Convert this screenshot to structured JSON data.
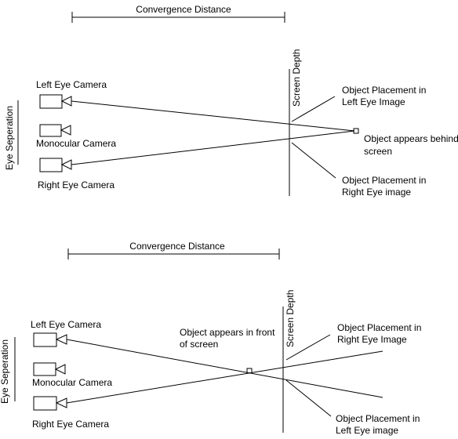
{
  "top": {
    "convergence_label": "Convergence Distance",
    "screen_depth_label": "Screen Depth",
    "eye_separation_label": "Eye Seperation",
    "left_camera_label": "Left Eye Camera",
    "mono_camera_label": "Monocular Camera",
    "right_camera_label": "Right Eye Camera",
    "placement_left": [
      "Object Placement in",
      "Left Eye Image"
    ],
    "placement_right": [
      "Object Placement in",
      "Right Eye image"
    ],
    "object_label": [
      "Object appears behind",
      "screen"
    ]
  },
  "bottom": {
    "convergence_label": "Convergence Distance",
    "screen_depth_label": "Screen Depth",
    "eye_separation_label": "Eye Seperation",
    "left_camera_label": "Left Eye Camera",
    "mono_camera_label": "Monocular Camera",
    "right_camera_label": "Right Eye Camera",
    "placement_upper": [
      "Object Placement in",
      "Right Eye Image"
    ],
    "placement_lower": [
      "Object Placement in",
      "Left Eye image"
    ],
    "object_label": [
      "Object appears in front",
      "of screen"
    ]
  },
  "icons": {
    "camera": "camera-icon",
    "object": "object-marker-icon"
  }
}
